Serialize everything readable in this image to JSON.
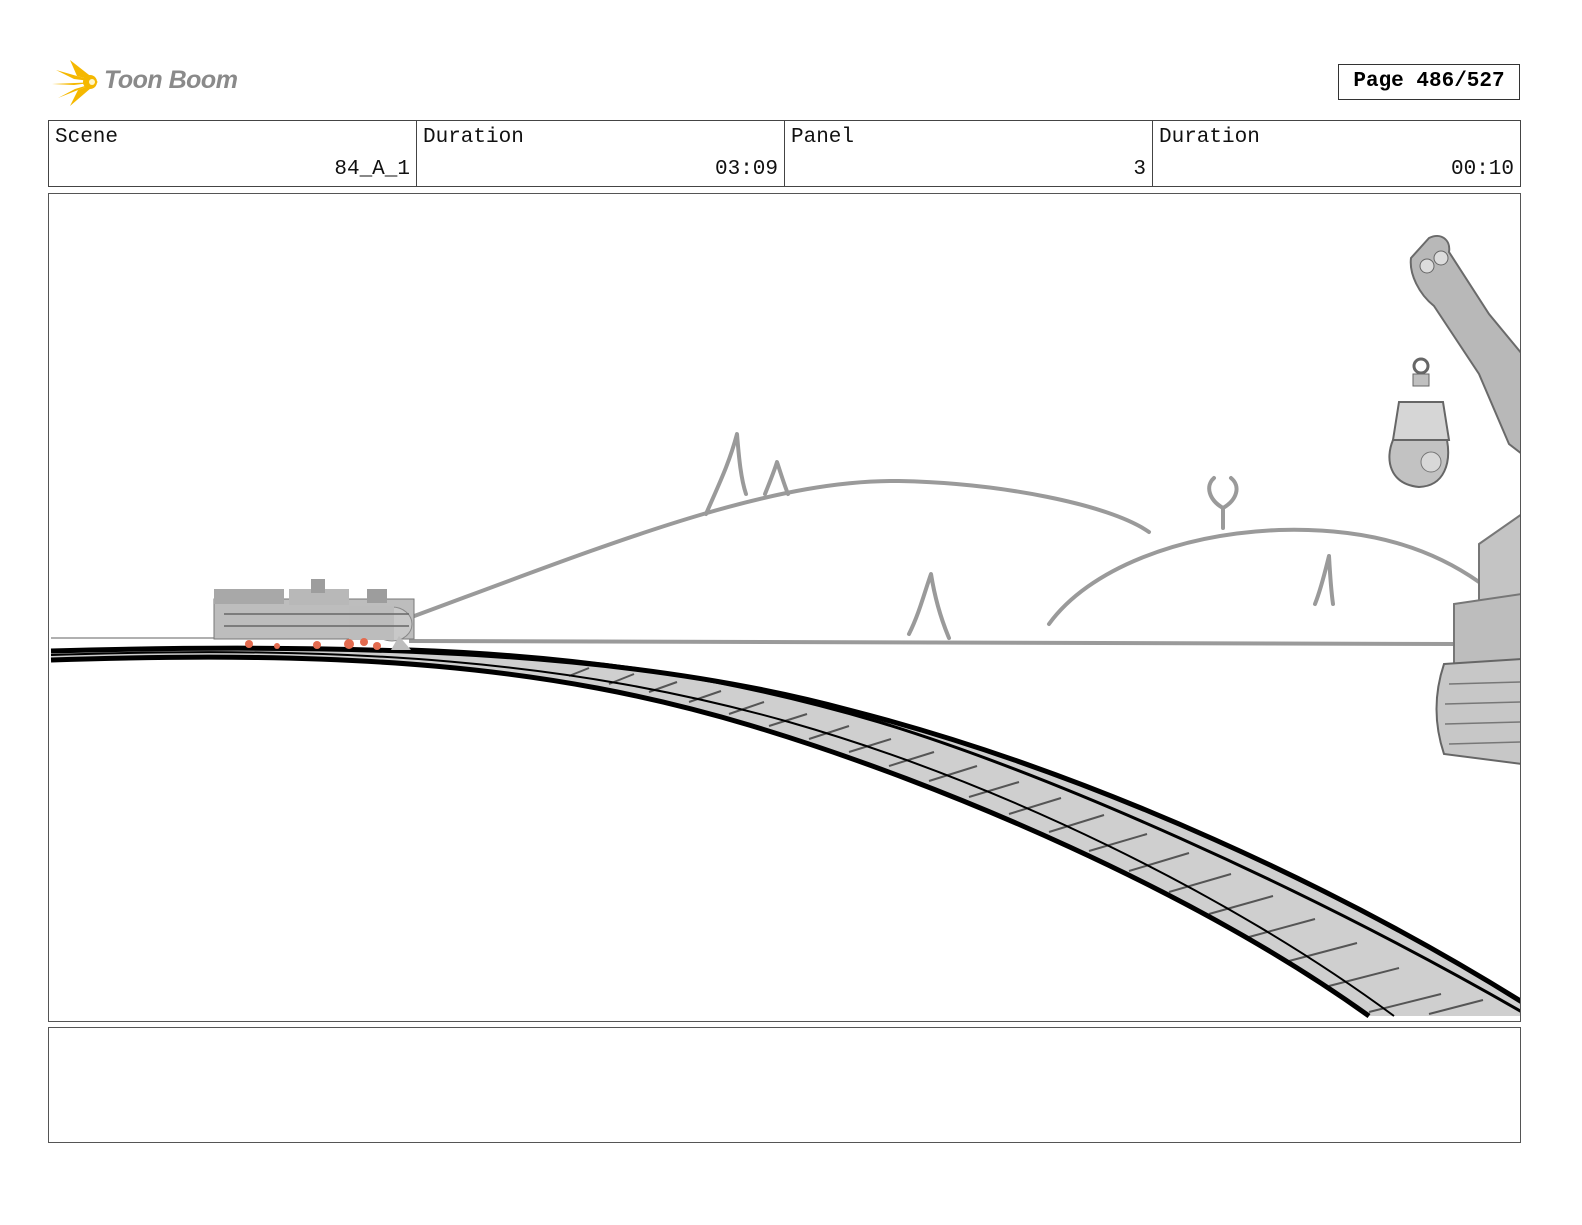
{
  "header": {
    "logo_text": "Toon Boom",
    "page_label": "Page 486/527"
  },
  "info": [
    {
      "label": "Scene",
      "value": "84_A_1"
    },
    {
      "label": "Duration",
      "value": "03:09"
    },
    {
      "label": "Panel",
      "value": "3"
    },
    {
      "label": "Duration",
      "value": "00:10"
    }
  ],
  "panel": {
    "description_icons": [
      "steam-locomotive",
      "railroad-track",
      "hills",
      "trees",
      "crane-machine",
      "hanging-hook"
    ]
  },
  "notes": {
    "text": ""
  },
  "colors": {
    "logo_yellow": "#f5b800",
    "logo_text": "#8a8a8a",
    "sketch_gray": "#9a9a9a",
    "border": "#444444"
  }
}
